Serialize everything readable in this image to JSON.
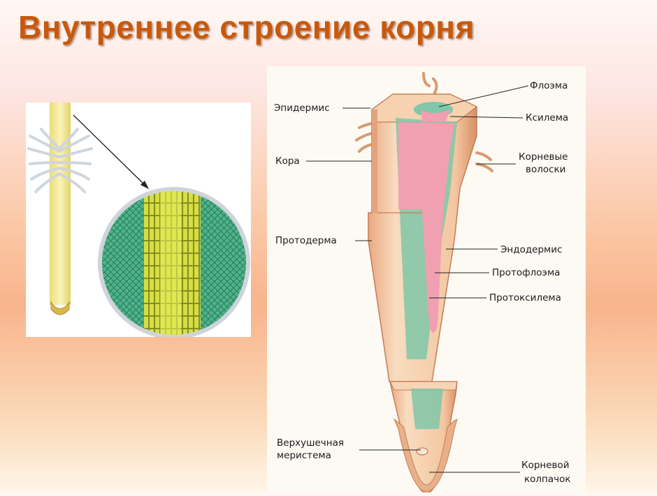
{
  "slide": {
    "title": "Внутреннее строение корня"
  },
  "labels": {
    "phloem": "Флоэма",
    "epidermis": "Эпидермис",
    "xylem": "Ксилема",
    "cortex": "Кора",
    "root_hairs_line1": "Корневые",
    "root_hairs_line2": "волоски",
    "protoderm": "Протодерма",
    "endodermis": "Эндодермис",
    "protophloem": "Протофлоэма",
    "protoxylem": "Протоксилема",
    "apical_meristem_line1": "Верхушечная",
    "apical_meristem_line2": "меристема",
    "root_cap_line1": "Корневой",
    "root_cap_line2": "колпачок"
  },
  "colors": {
    "title": "#c8590c",
    "cortex": "#f5cfa6",
    "xylem": "#f0a0b0",
    "phloem": "#7fc7a8",
    "micro_yellow": "#d8df4a",
    "micro_green": "#3aa07a"
  }
}
